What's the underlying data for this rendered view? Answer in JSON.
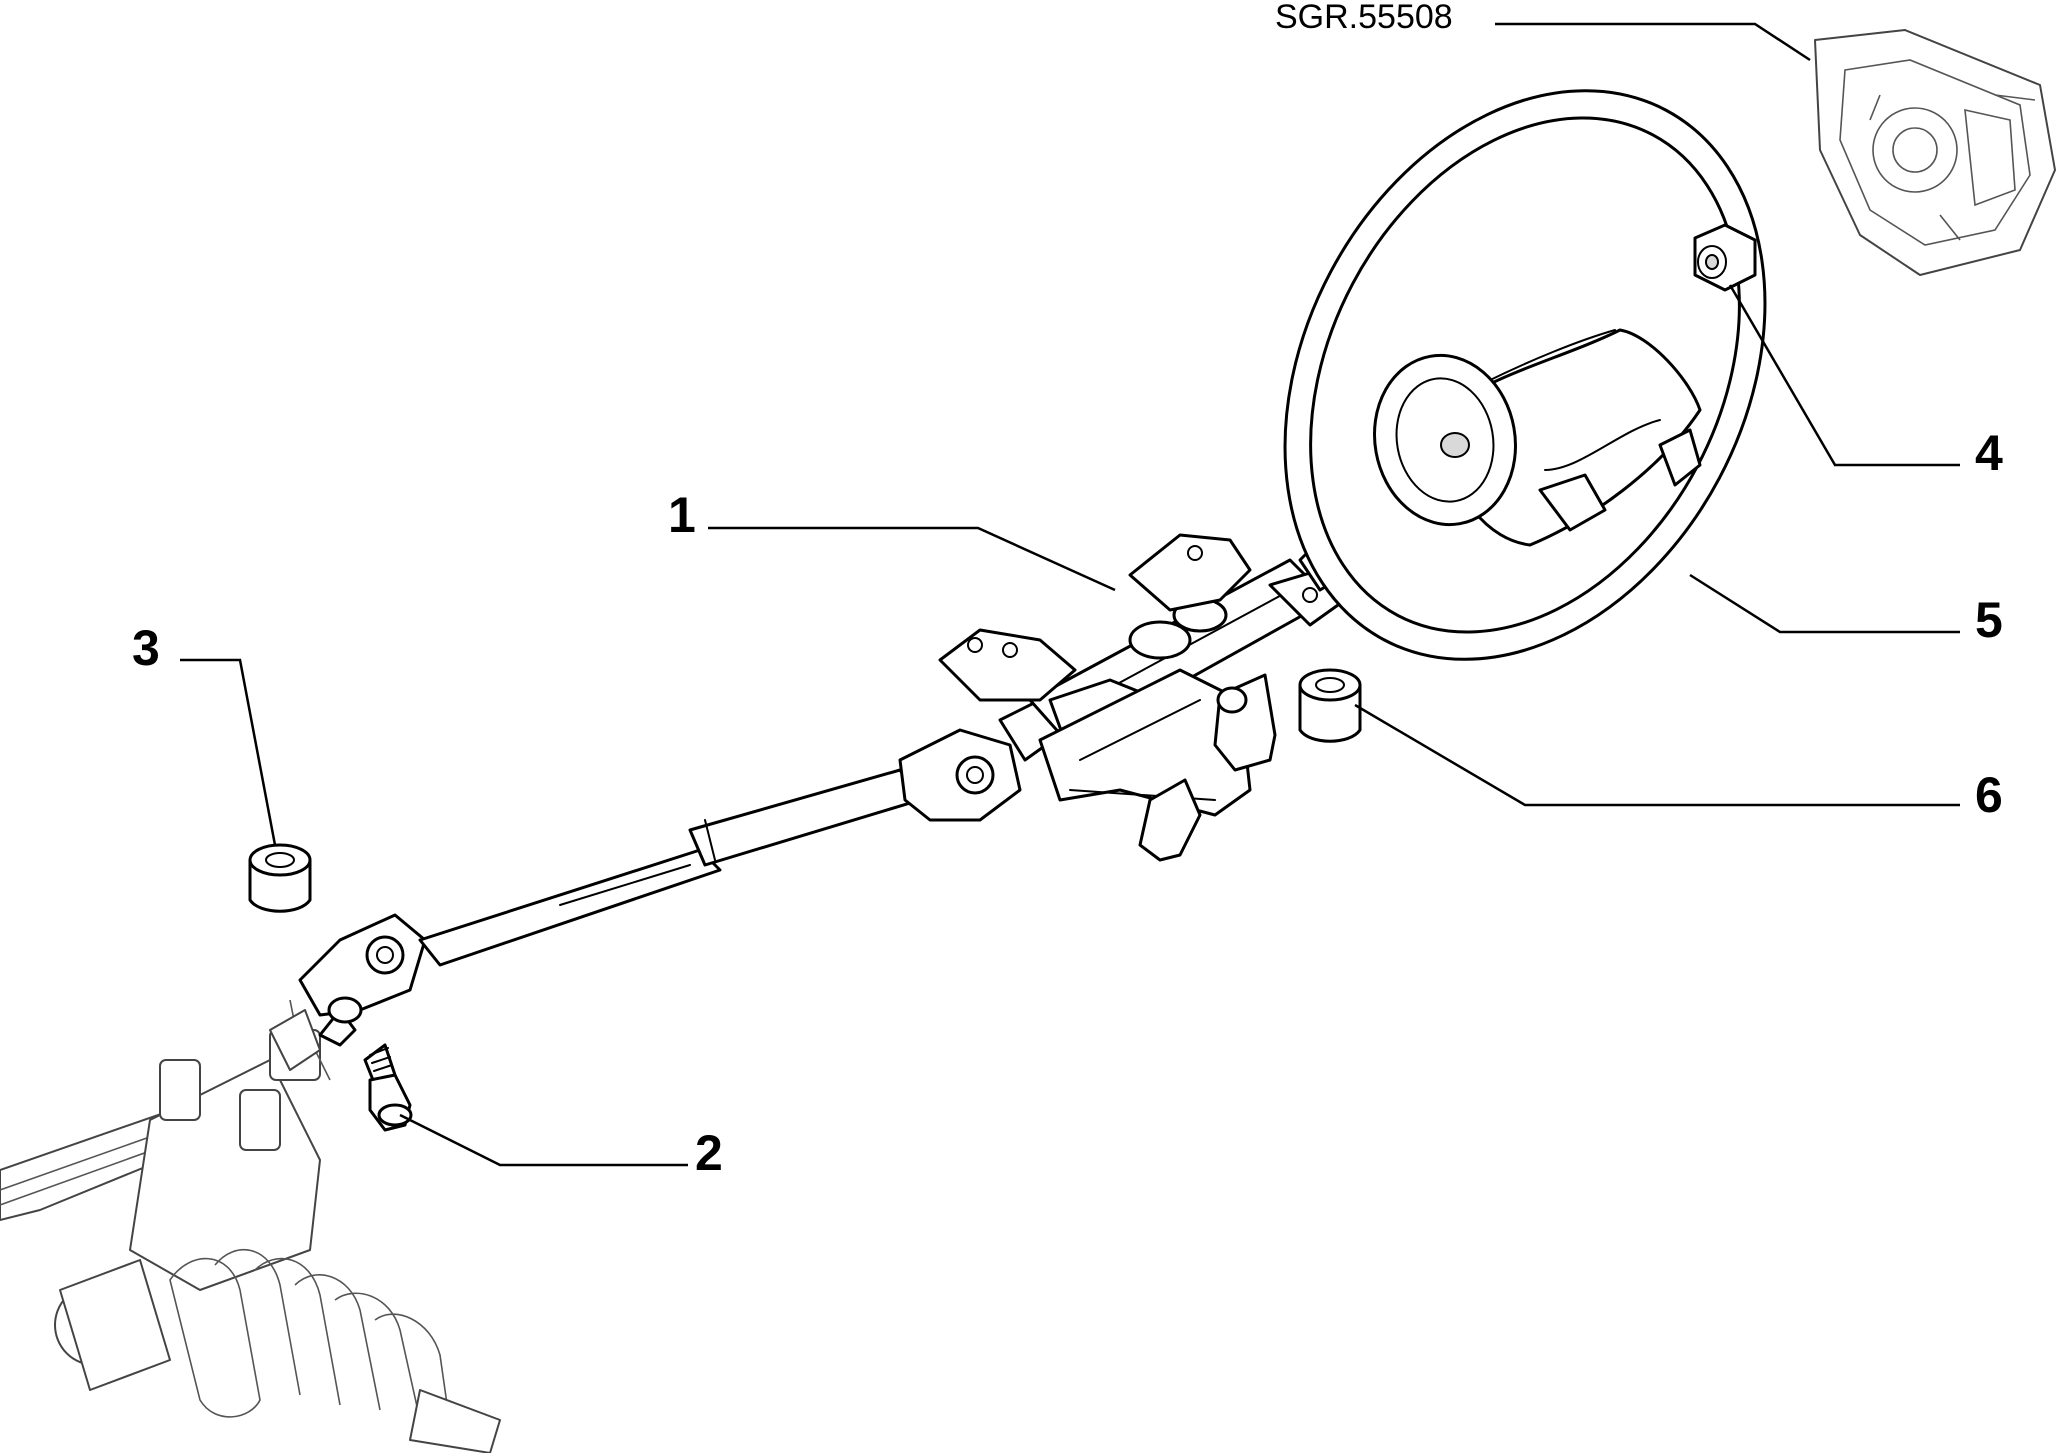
{
  "reference_code": "SGR.55508",
  "callouts": [
    {
      "id": "1",
      "label": "1"
    },
    {
      "id": "2",
      "label": "2"
    },
    {
      "id": "3",
      "label": "3"
    },
    {
      "id": "4",
      "label": "4"
    },
    {
      "id": "5",
      "label": "5"
    },
    {
      "id": "6",
      "label": "6"
    }
  ]
}
